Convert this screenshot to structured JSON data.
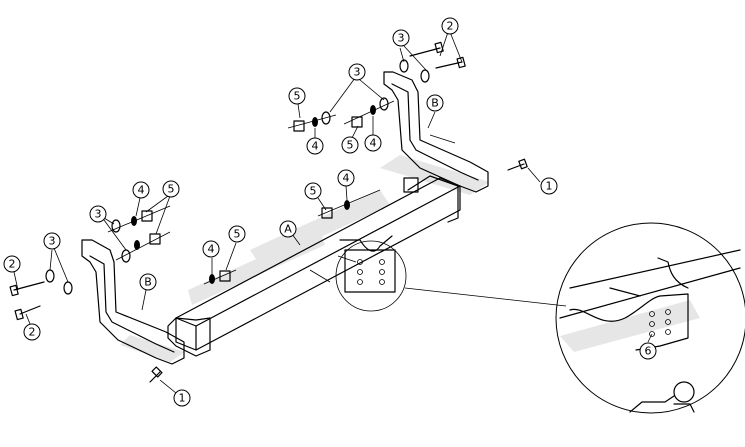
{
  "callouts": {
    "c1": "1",
    "c2": "2",
    "c3": "3",
    "c4": "4",
    "c5": "5",
    "c6": "6",
    "cA": "A",
    "cB": "B"
  }
}
